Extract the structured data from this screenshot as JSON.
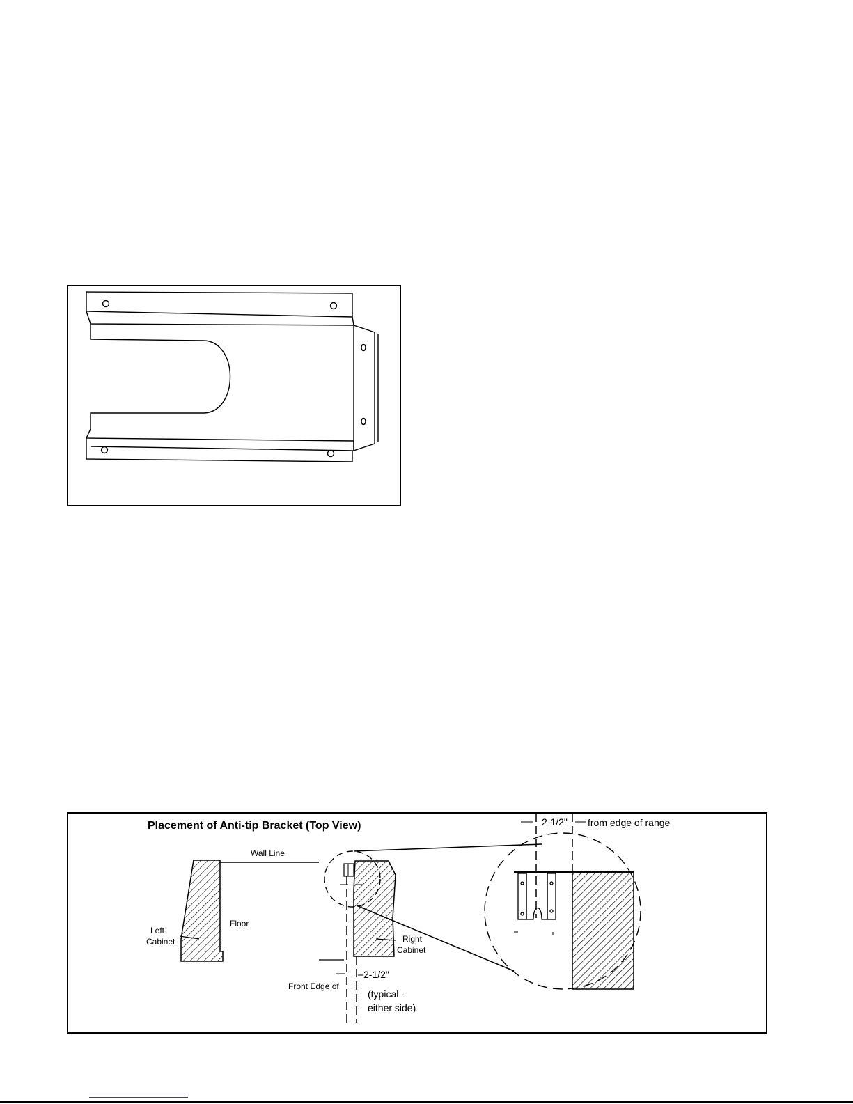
{
  "figure_bracket": {
    "icon": "anti-tip-bracket-drawing"
  },
  "figure_placement": {
    "title": "Placement of Anti-tip Bracket (Top View)",
    "labels": {
      "wall_line": "Wall Line",
      "floor": "Floor",
      "left_cabinet_1": "Left",
      "left_cabinet_2": "Cabinet",
      "right_cabinet_1": "Right",
      "right_cabinet_2": "Cabinet",
      "front_edge": "Front Edge of",
      "dim_bottom": "2-1/2\"",
      "typical_1": "(typical -",
      "typical_2": "either side)",
      "dim_top": "2-1/2\"",
      "from_edge": "from edge of range"
    }
  }
}
